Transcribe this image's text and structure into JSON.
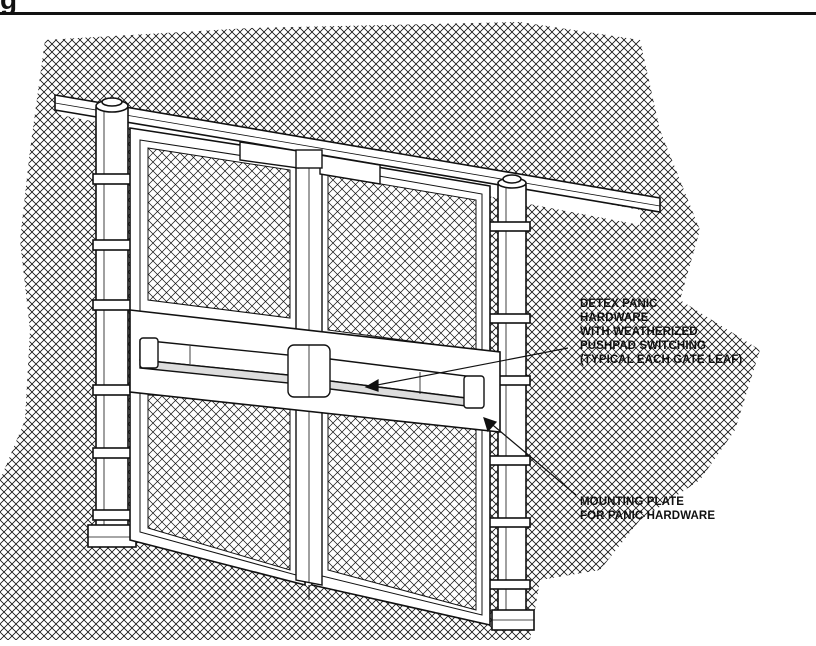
{
  "header": {
    "title_fragment": "g"
  },
  "callouts": {
    "panic_hardware": {
      "lines": [
        "DETEX PANIC",
        "HARDWARE",
        "WITH WEATHERIZED",
        "PUSHPAD SWITCHING",
        "(TYPICAL EACH GATE LEAF)"
      ]
    },
    "mounting_plate": {
      "lines": [
        "MOUNTING PLATE",
        "FOR PANIC HARDWARE"
      ]
    }
  },
  "colors": {
    "line": "#111111",
    "background": "#ffffff"
  }
}
